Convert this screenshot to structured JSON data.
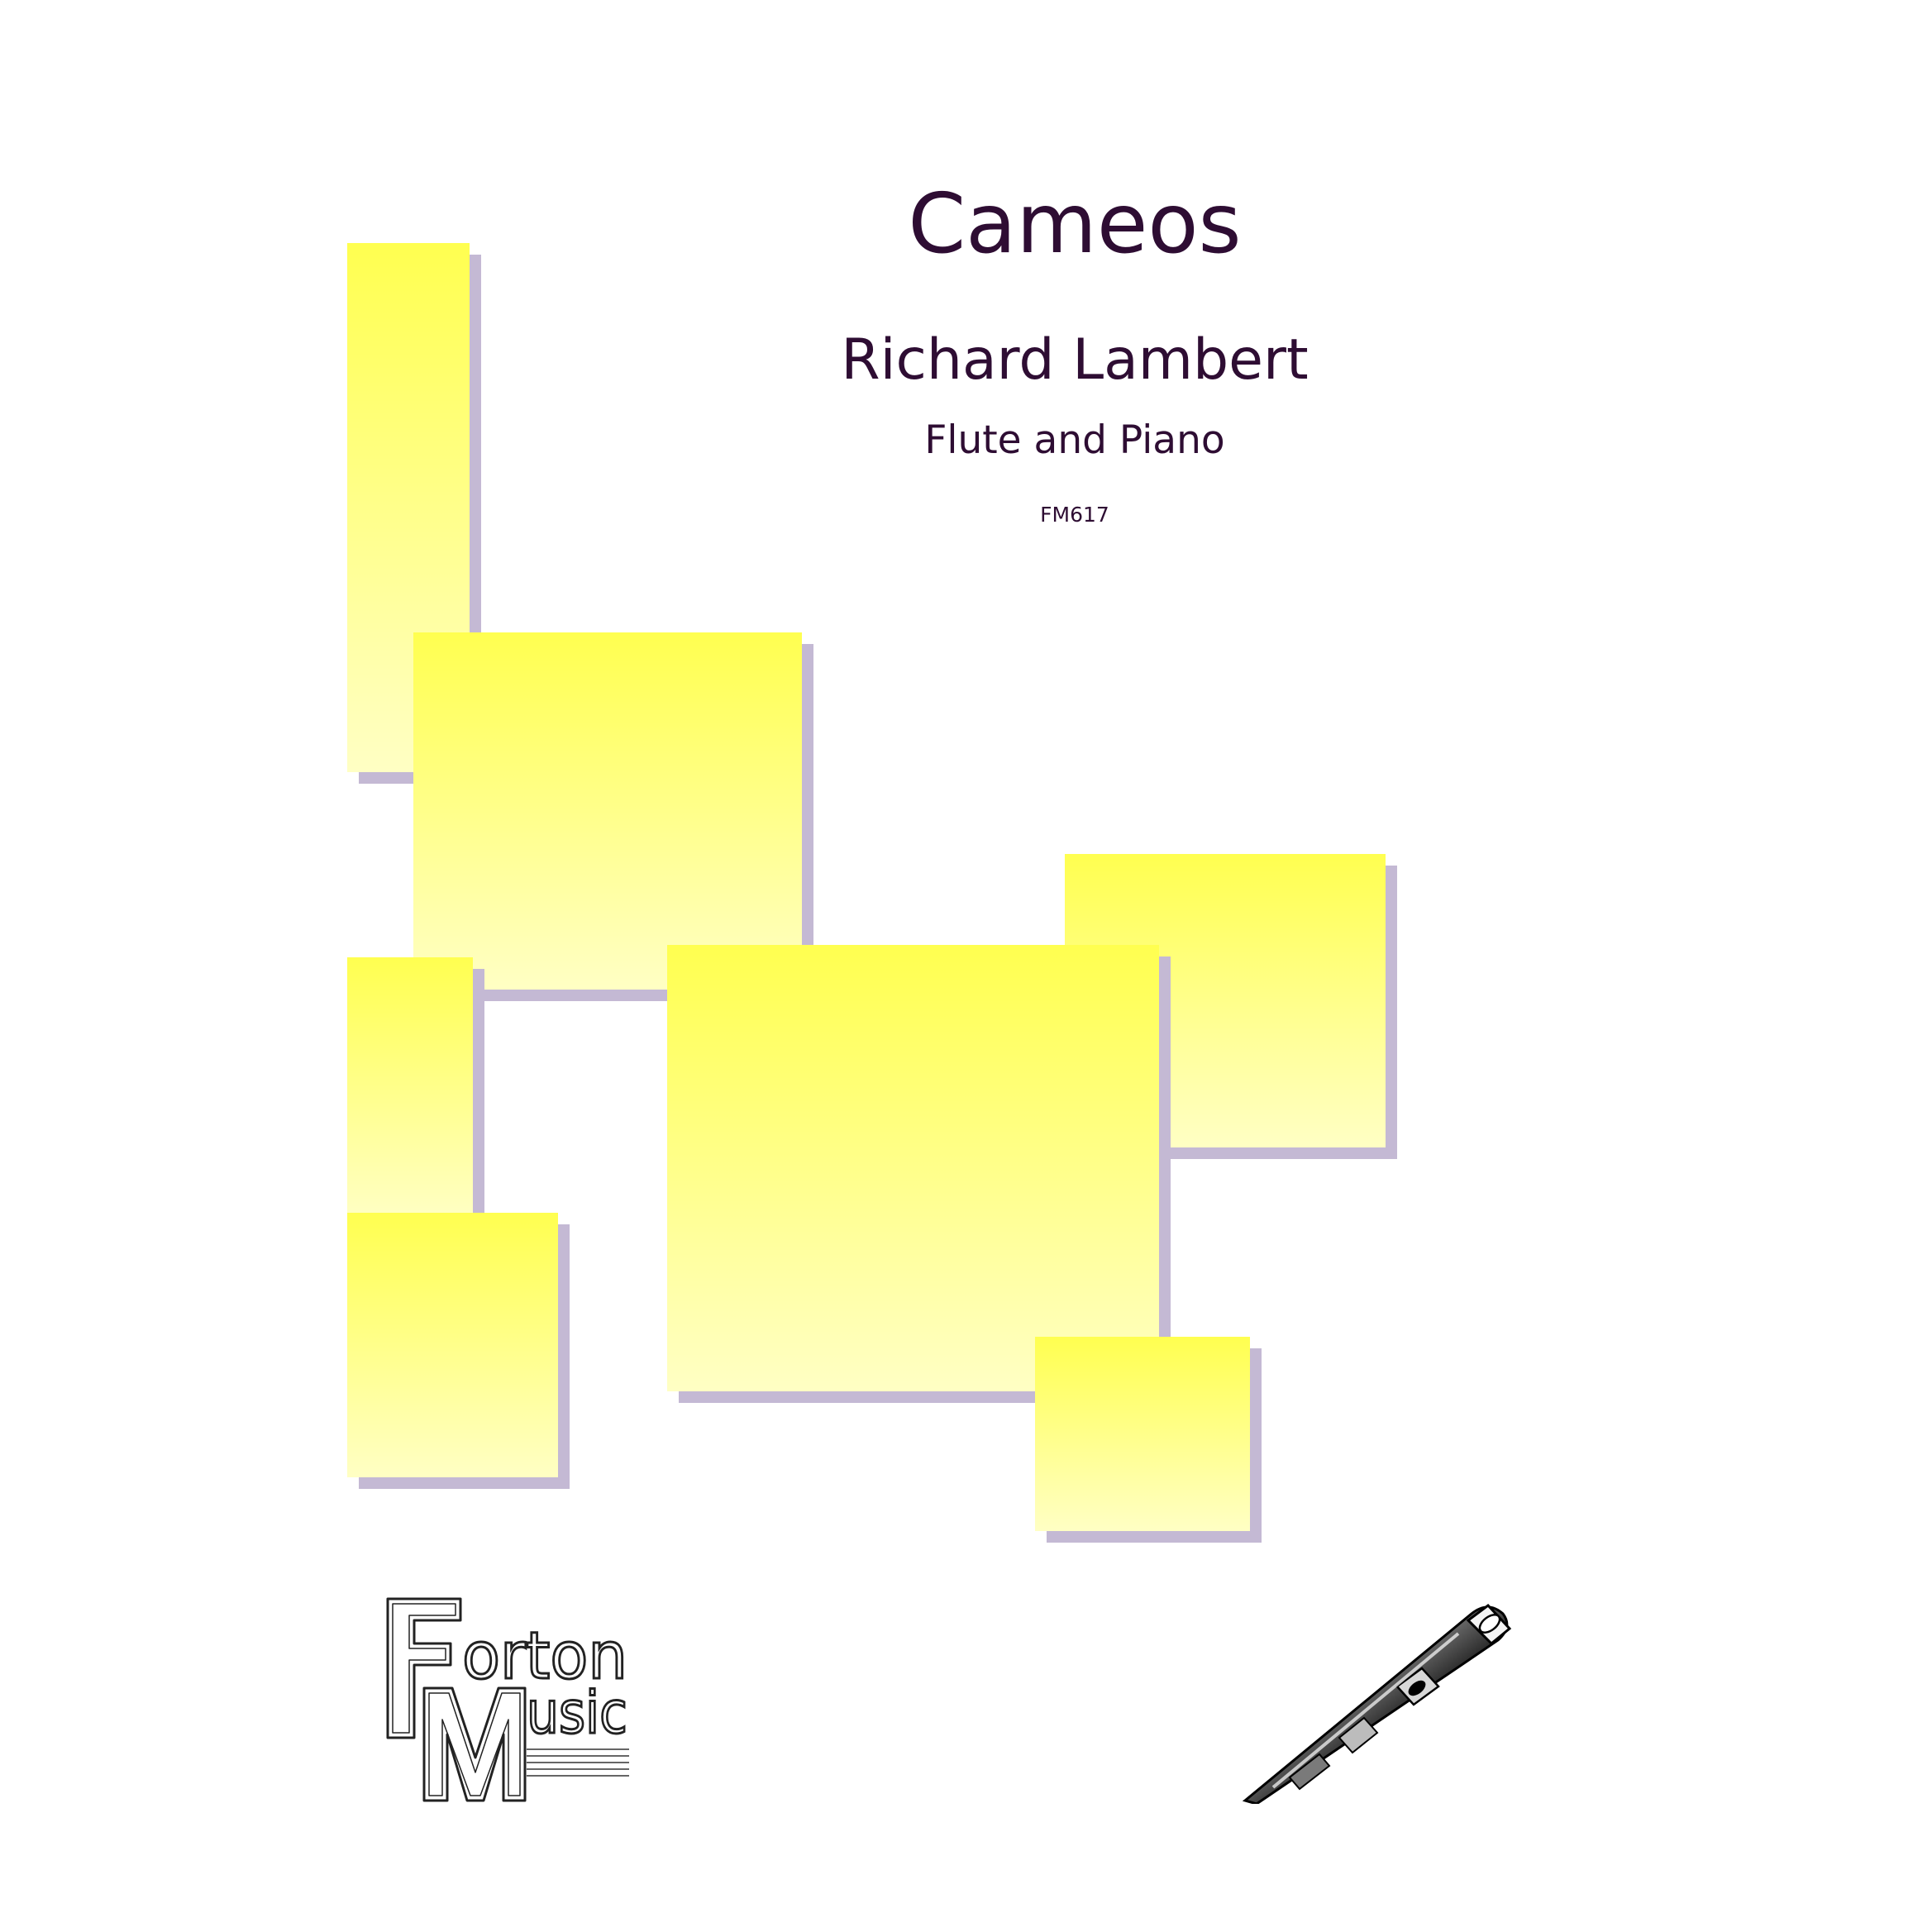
{
  "cover": {
    "title": "Cameos",
    "composer": "Richard Lambert",
    "instrumentation": "Flute and Piano",
    "catalogue_number": "FM617"
  },
  "publisher": {
    "logo_text": "Forton Music"
  },
  "colors": {
    "text": "#2e0d33",
    "block_top": "#ffff50",
    "block_bottom": "#ffffc4",
    "block_shadow": "#c4b9d4"
  },
  "icons": {
    "publisher_logo": "forton-music-logo",
    "instrument_image": "flute-headjoint-illustration"
  }
}
